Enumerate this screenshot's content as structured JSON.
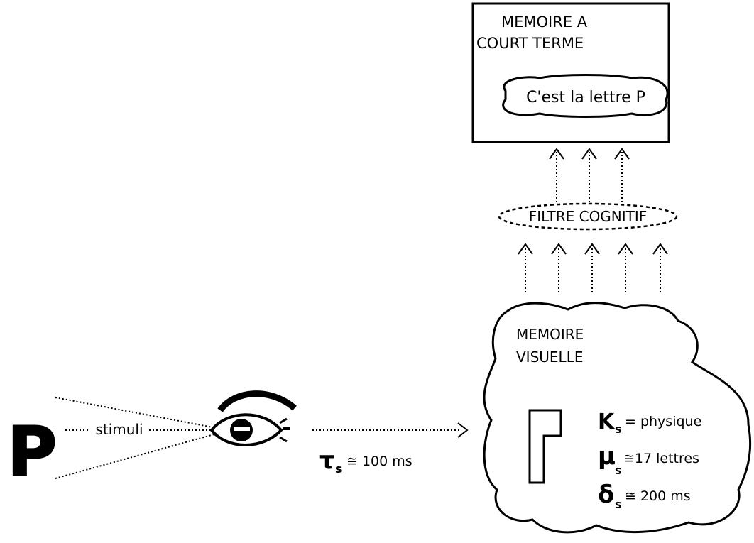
{
  "stm": {
    "title_line1": "MEMOIRE A",
    "title_line2": "COURT TERME",
    "content": "C'est la lettre P"
  },
  "filter": {
    "label": "FILTRE COGNITIF"
  },
  "visual_memory": {
    "title_line1": "MEMOIRE",
    "title_line2": "VISUELLE",
    "k_symbol": "K",
    "k_subscript": "s",
    "k_value": "= physique",
    "mu_symbol": "μ",
    "mu_subscript": "s",
    "mu_value": "≅17 lettres",
    "delta_symbol": "δ",
    "delta_subscript": "s",
    "delta_value": "≅ 200 ms"
  },
  "stimulus": {
    "letter": "P",
    "label": "stimuli"
  },
  "transfer": {
    "tau_symbol": "τ",
    "tau_subscript": "s",
    "tau_value": "≅ 100 ms"
  },
  "icons": {
    "eye": "eye-icon",
    "letter": "letter-p-icon",
    "iconic_image": "iconic-p-icon"
  }
}
